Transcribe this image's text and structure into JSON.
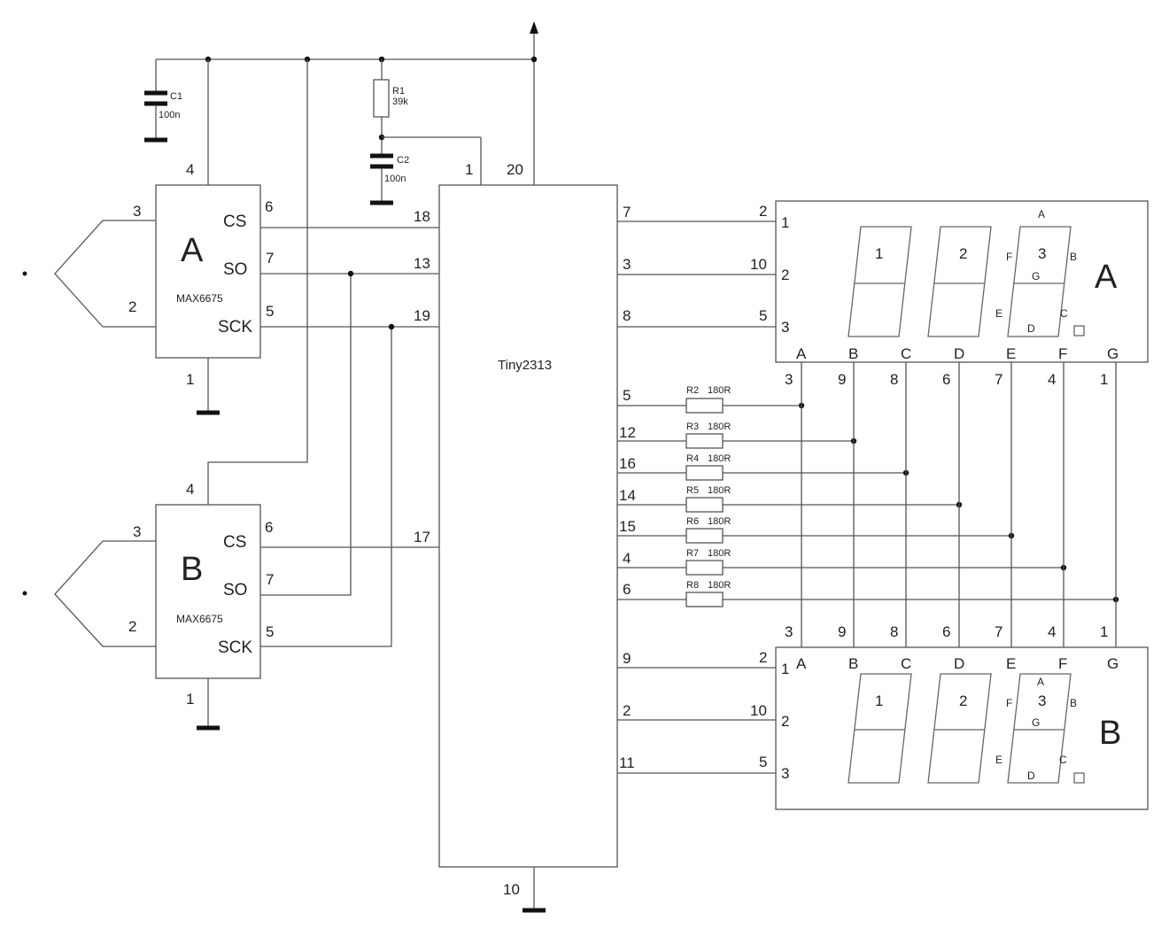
{
  "chips": {
    "sensor_a": {
      "letter": "A",
      "part": "MAX6675",
      "cs": "CS",
      "so": "SO",
      "sck": "SCK",
      "pin_top": "4",
      "pin_bottom": "1",
      "pin_tc_top": "3",
      "pin_tc_bottom": "2",
      "pin_cs": "6",
      "pin_so": "7",
      "pin_sck": "5"
    },
    "sensor_b": {
      "letter": "B",
      "part": "MAX6675",
      "cs": "CS",
      "so": "SO",
      "sck": "SCK",
      "pin_top": "4",
      "pin_bottom": "1",
      "pin_tc_top": "3",
      "pin_tc_bottom": "2",
      "pin_cs": "6",
      "pin_so": "7",
      "pin_sck": "5"
    },
    "mcu": {
      "name": "Tiny2313",
      "pin_reset": "1",
      "pin_vcc": "20",
      "pin_gnd": "10",
      "left_pins": [
        "18",
        "13",
        "19",
        "17"
      ],
      "right_pins_top": [
        "7",
        "3",
        "8"
      ],
      "right_pins_seg": [
        "5",
        "12",
        "16",
        "14",
        "15",
        "4",
        "6"
      ],
      "right_pins_bottom": [
        "9",
        "2",
        "11"
      ]
    }
  },
  "passives": {
    "c1": {
      "name": "C1",
      "value": "100n"
    },
    "c2": {
      "name": "C2",
      "value": "100n"
    },
    "r1": {
      "name": "R1",
      "value": "39k"
    },
    "resistors": [
      {
        "name": "R2",
        "value": "180R"
      },
      {
        "name": "R3",
        "value": "180R"
      },
      {
        "name": "R4",
        "value": "180R"
      },
      {
        "name": "R5",
        "value": "180R"
      },
      {
        "name": "R6",
        "value": "180R"
      },
      {
        "name": "R7",
        "value": "180R"
      },
      {
        "name": "R8",
        "value": "180R"
      }
    ]
  },
  "displays": {
    "a": {
      "letter": "A",
      "digit_pins_outer": [
        "2",
        "10",
        "5"
      ],
      "digit_pins_inner": [
        "1",
        "2",
        "3"
      ],
      "segment_letters": [
        "A",
        "B",
        "C",
        "D",
        "E",
        "F",
        "G"
      ],
      "segment_pins": [
        "3",
        "9",
        "8",
        "6",
        "7",
        "4",
        "1"
      ],
      "digits": [
        "1",
        "2",
        "3"
      ],
      "seg_labels": {
        "a": "A",
        "b": "B",
        "c": "C",
        "d": "D",
        "e": "E",
        "f": "F",
        "g": "G"
      }
    },
    "b": {
      "letter": "B",
      "digit_pins_outer": [
        "2",
        "10",
        "5"
      ],
      "digit_pins_inner": [
        "1",
        "2",
        "3"
      ],
      "segment_letters": [
        "A",
        "B",
        "C",
        "D",
        "E",
        "F",
        "G"
      ],
      "segment_pins": [
        "3",
        "9",
        "8",
        "6",
        "7",
        "4",
        "1"
      ],
      "digits": [
        "1",
        "2",
        "3"
      ],
      "seg_labels": {
        "a": "A",
        "b": "B",
        "c": "C",
        "d": "D",
        "e": "E",
        "f": "F",
        "g": "G"
      }
    }
  }
}
